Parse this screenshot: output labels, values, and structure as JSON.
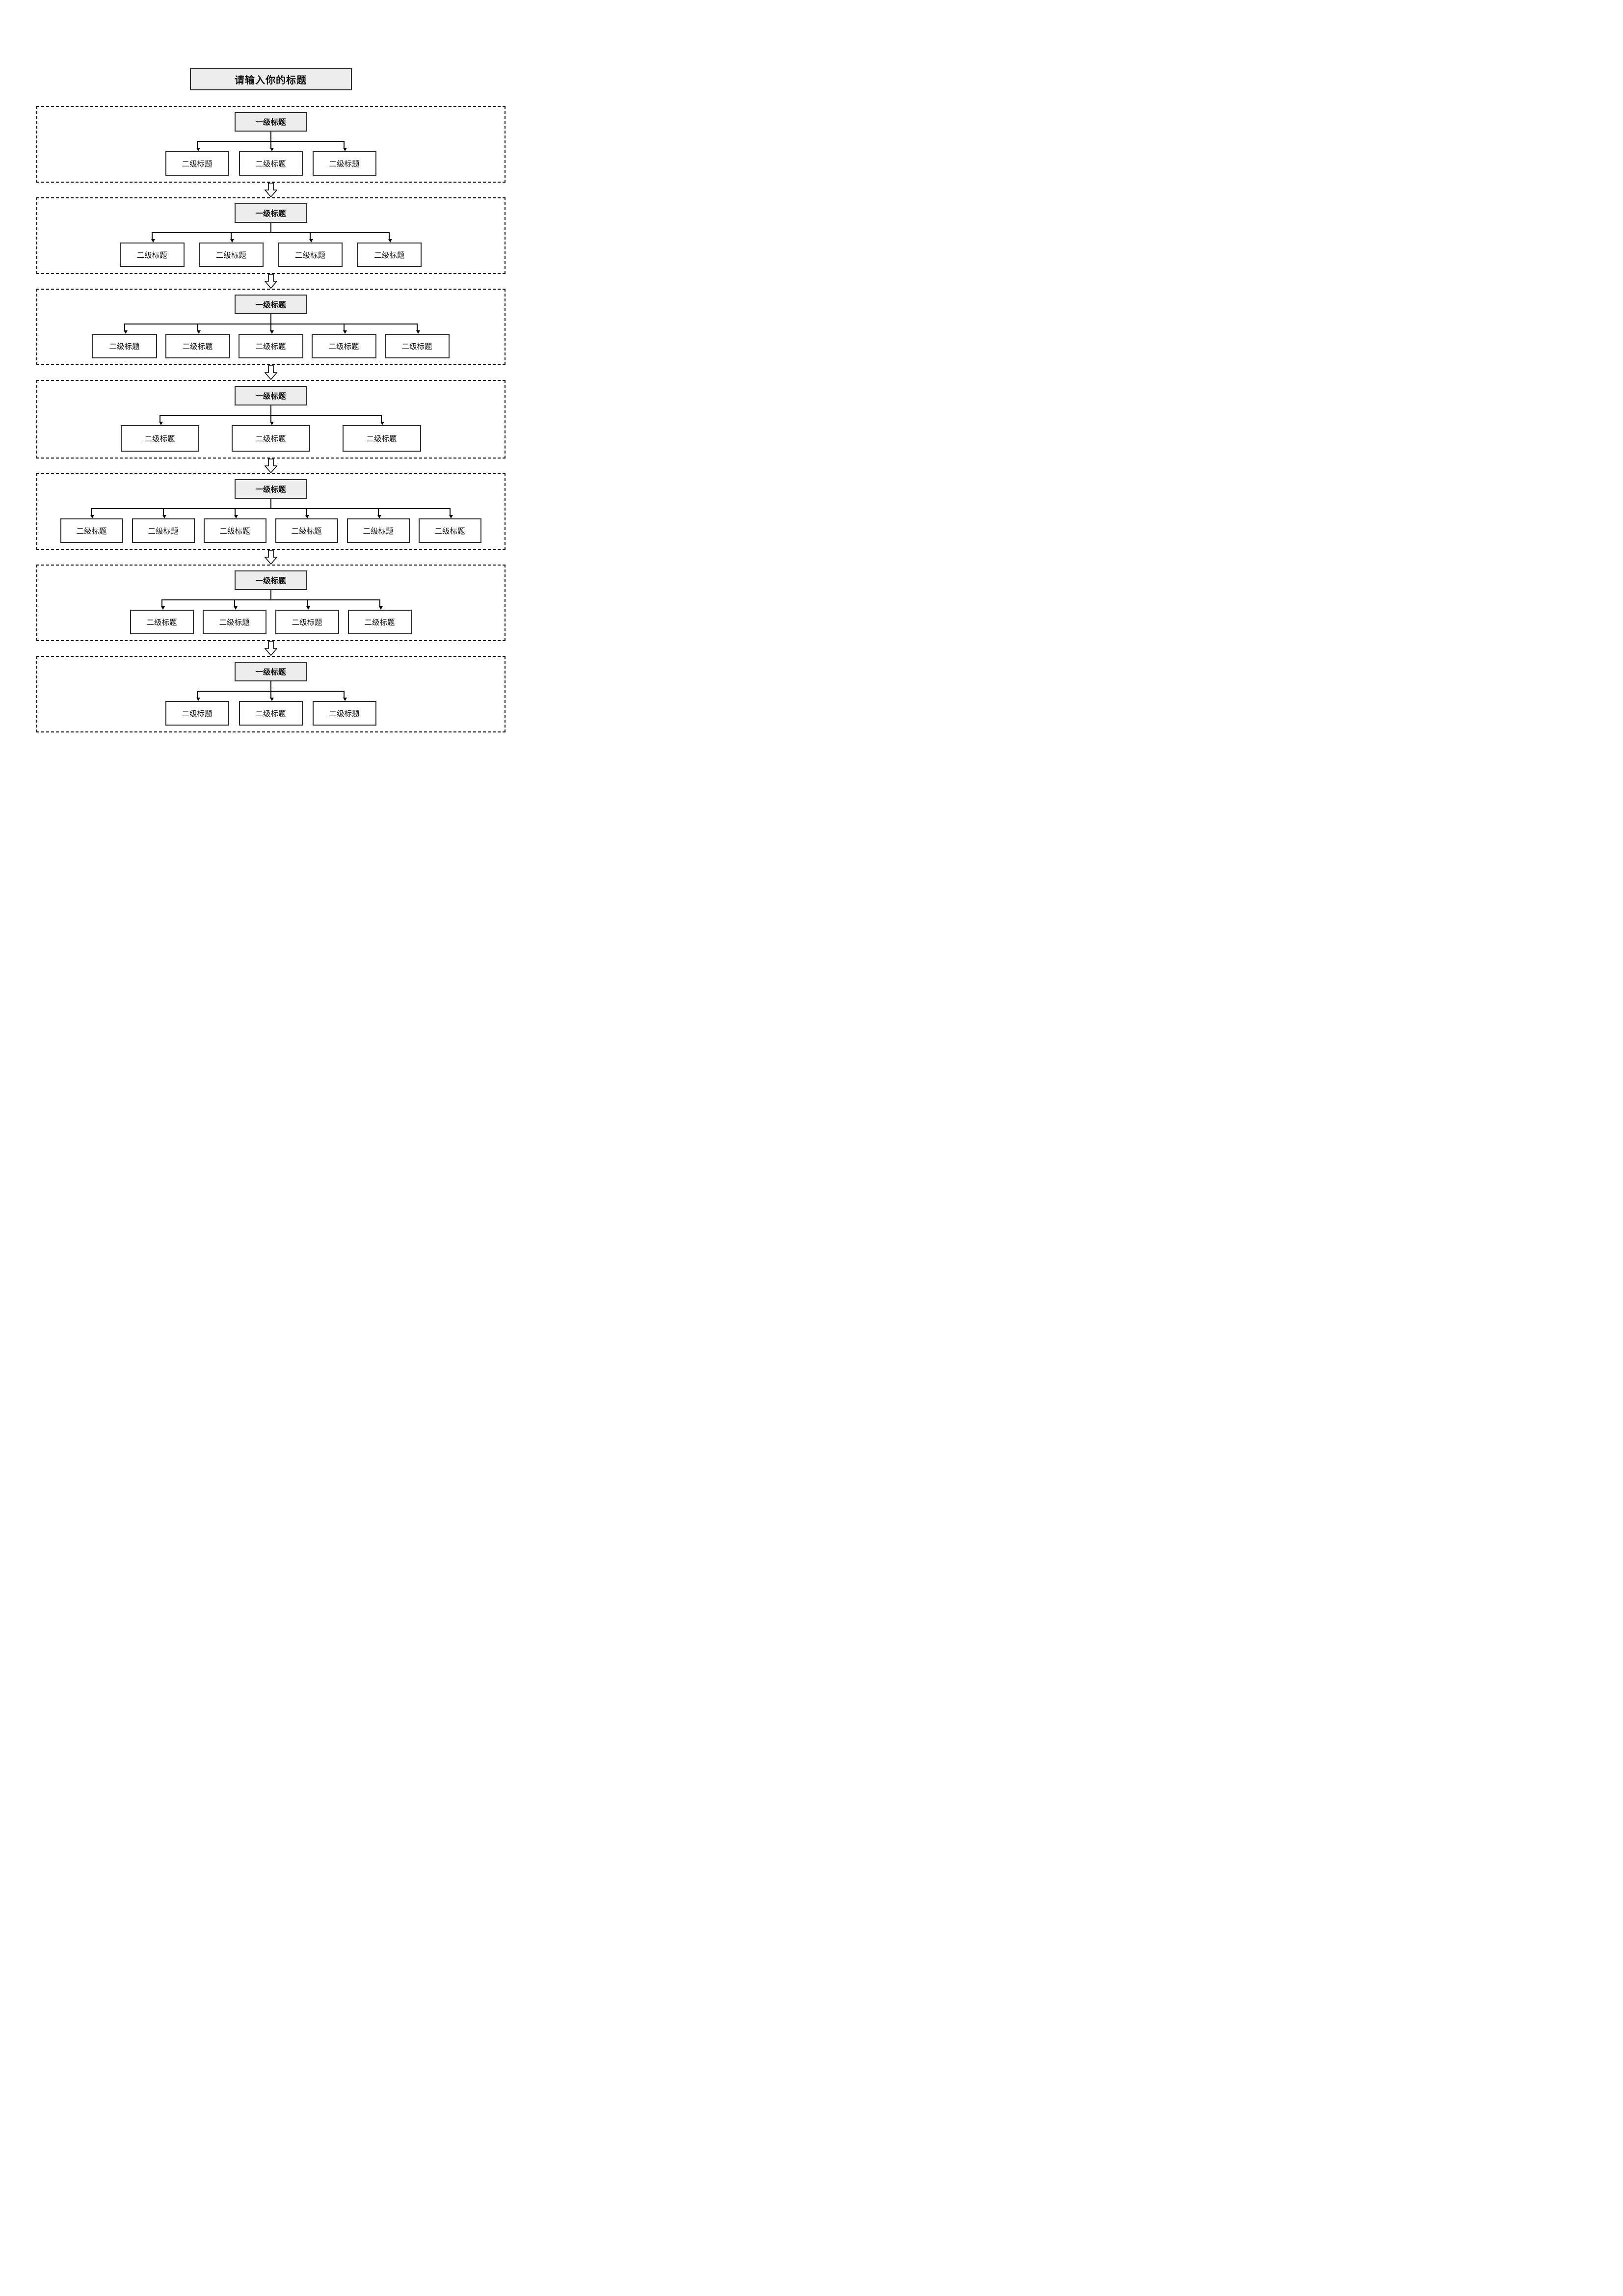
{
  "title": "请输入你的标题",
  "sections": [
    {
      "parent": "一级标题",
      "children": [
        "二级标题",
        "二级标题",
        "二级标题"
      ]
    },
    {
      "parent": "一级标题",
      "children": [
        "二级标题",
        "二级标题",
        "二级标题",
        "二级标题"
      ]
    },
    {
      "parent": "一级标题",
      "children": [
        "二级标题",
        "二级标题",
        "二级标题",
        "二级标题",
        "二级标题"
      ]
    },
    {
      "parent": "一级标题",
      "children": [
        "二级标题",
        "二级标题",
        "二级标题"
      ]
    },
    {
      "parent": "一级标题",
      "children": [
        "二级标题",
        "二级标题",
        "二级标题",
        "二级标题",
        "二级标题",
        "二级标题"
      ]
    },
    {
      "parent": "一级标题",
      "children": [
        "二级标题",
        "二级标题",
        "二级标题",
        "二级标题"
      ]
    },
    {
      "parent": "一级标题",
      "children": [
        "二级标题",
        "二级标题",
        "二级标题"
      ]
    }
  ]
}
